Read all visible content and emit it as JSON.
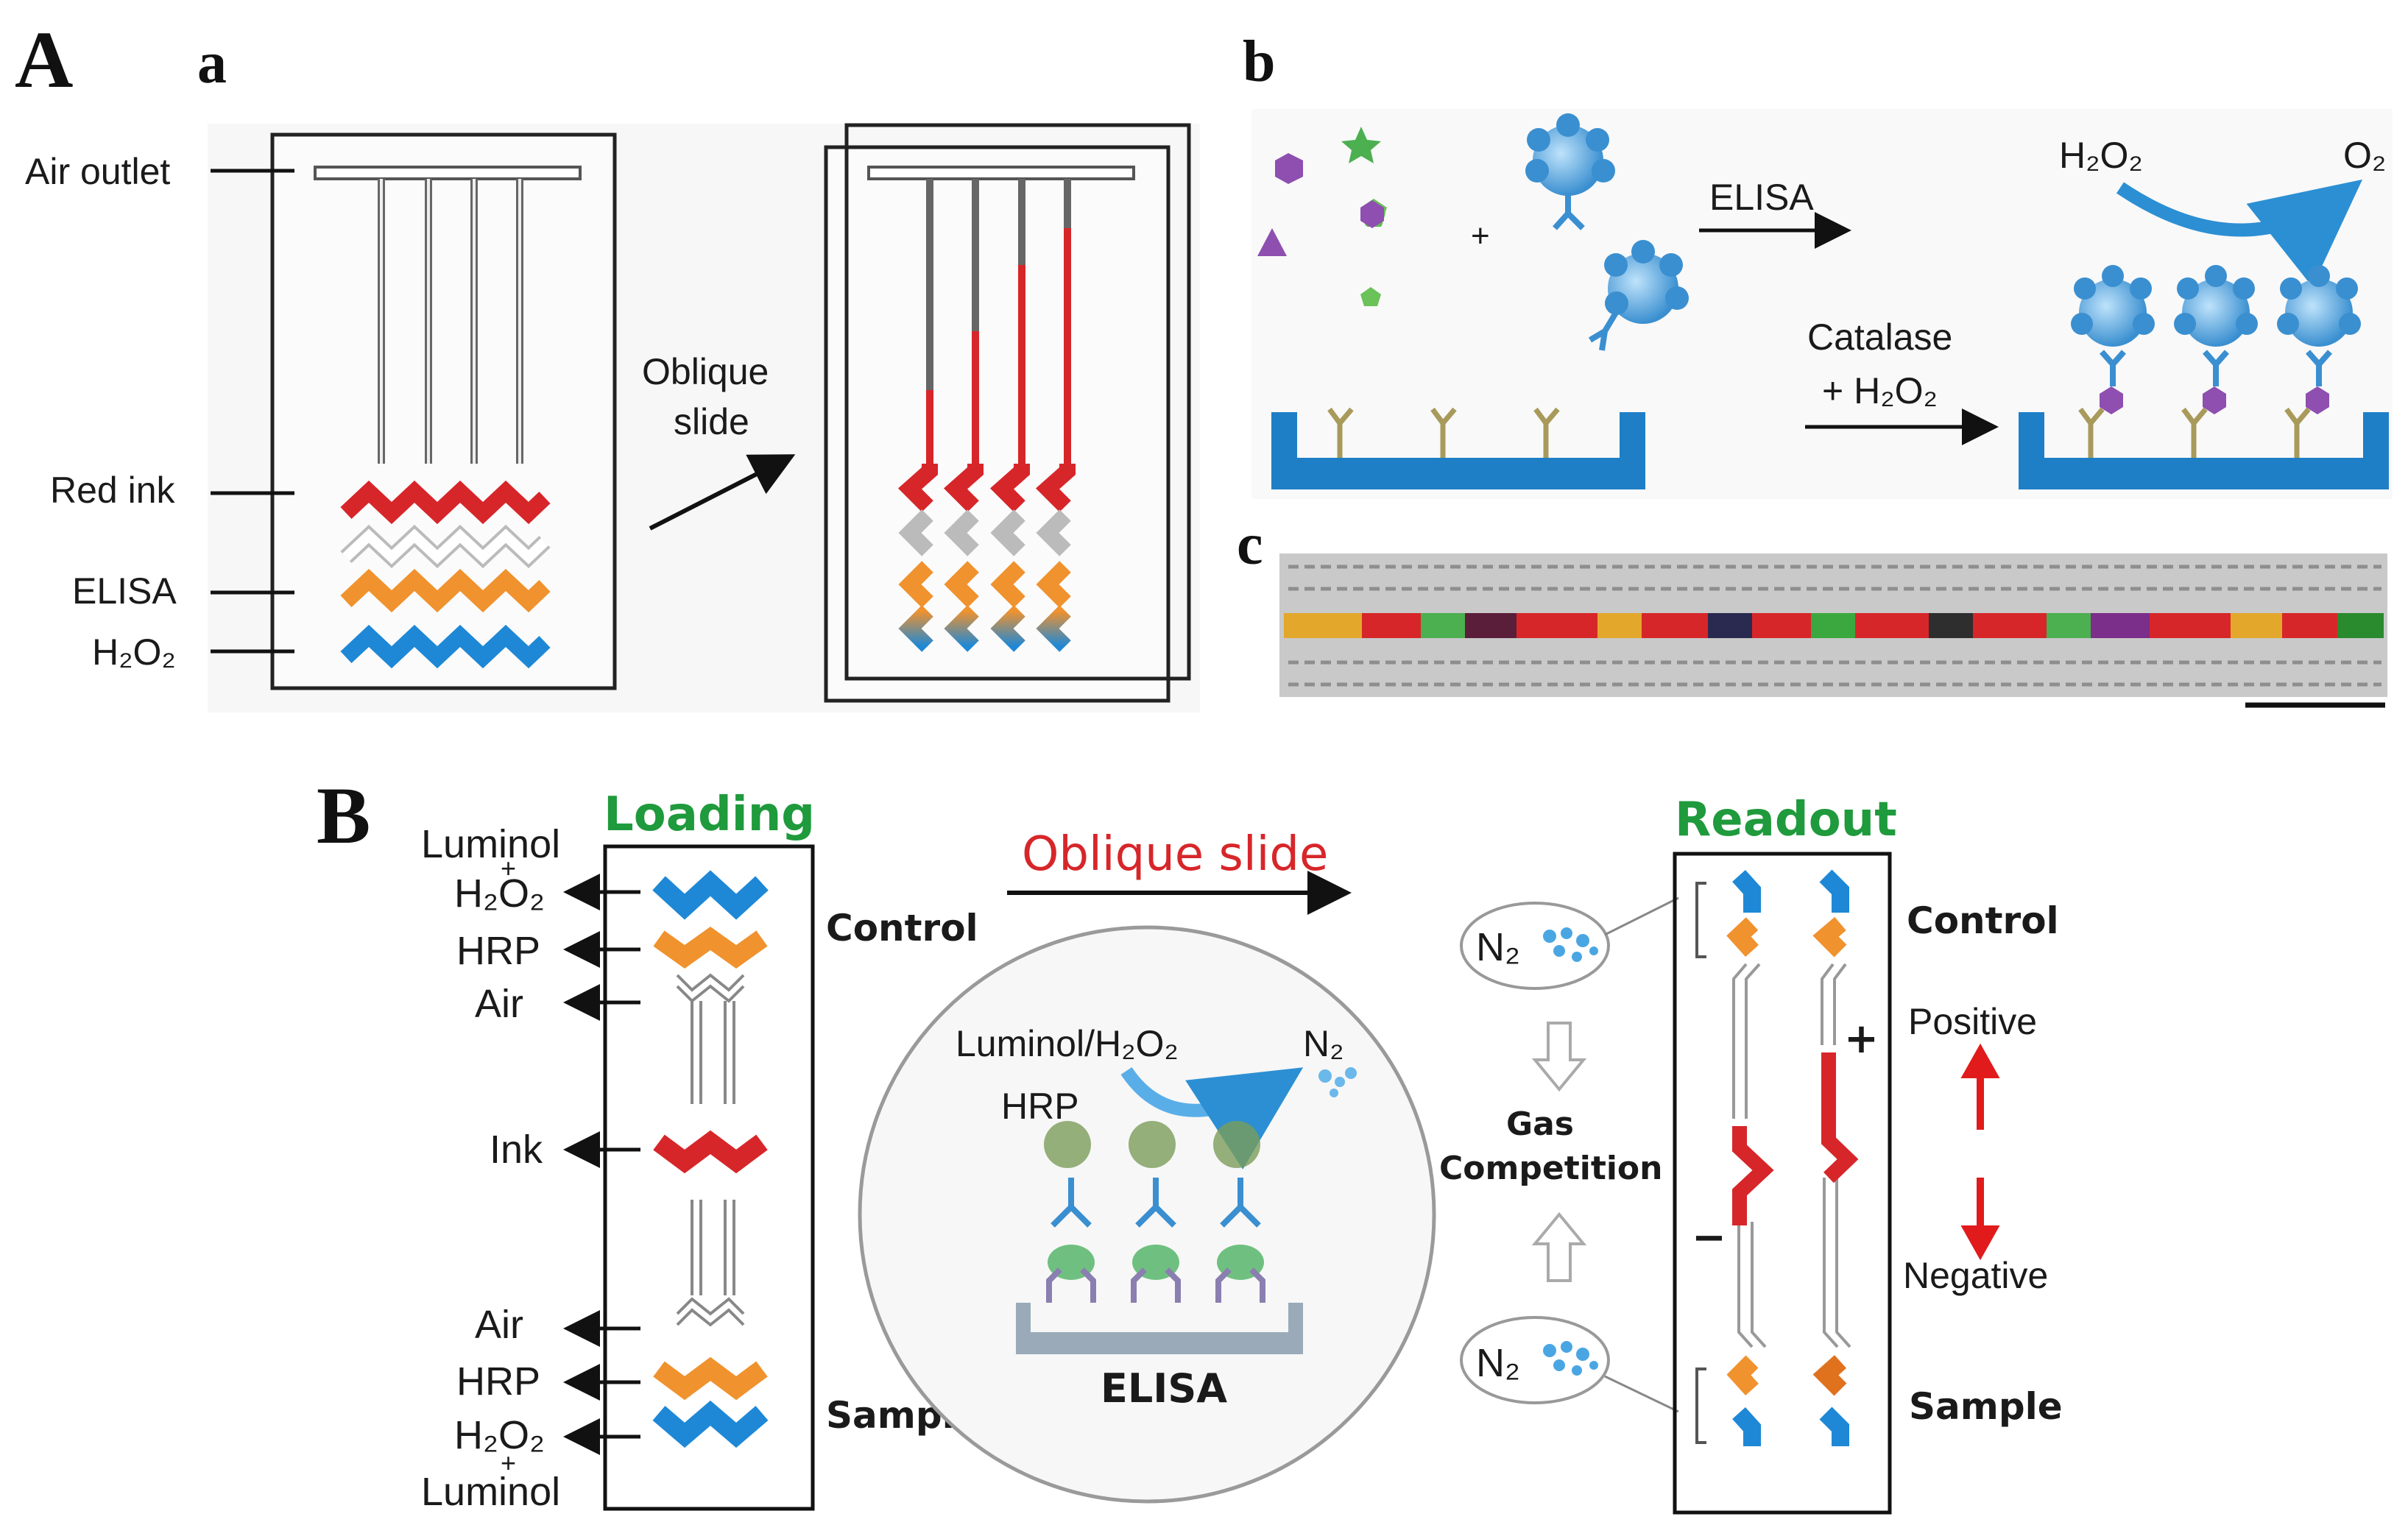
{
  "panel_labels": {
    "A": "A",
    "a": "a",
    "b": "b",
    "c": "c",
    "B": "B"
  },
  "panel_a": {
    "labels": {
      "air_outlet": "Air outlet",
      "red_ink": "Red ink",
      "elisa": "ELISA",
      "h2o2": "H₂O₂"
    },
    "arrow_label_line1": "Oblique",
    "arrow_label_line2": "slide"
  },
  "panel_b": {
    "elisa": "ELISA",
    "catalase": "Catalase",
    "plus_h2o2": "+ H₂O₂",
    "h2o2": "H₂O₂",
    "o2": "O₂",
    "plus": "+"
  },
  "panel_B": {
    "loading_title": "Loading",
    "readout_title": "Readout",
    "arrow_title": "Oblique slide",
    "left_labels": {
      "luminol_top": "Luminol",
      "plus_top": "+",
      "h2o2_top": "H₂O₂",
      "hrp_top": "HRP",
      "air_top": "Air",
      "ink": "Ink",
      "air_bottom": "Air",
      "hrp_bottom": "HRP",
      "h2o2_bottom": "H₂O₂",
      "plus_bottom": "+",
      "luminol_bottom": "Luminol"
    },
    "control": "Control",
    "sample": "Sample",
    "circle": {
      "reaction": "Luminol/H₂O₂",
      "n2": "N₂",
      "hrp": "HRP",
      "elisa": "ELISA"
    },
    "gas_line1": "Gas",
    "gas_line2": "Competition",
    "n2_top": "N₂",
    "n2_bottom": "N₂",
    "positive": "Positive",
    "negative": "Negative",
    "plus_sign": "+",
    "minus_sign": "−"
  },
  "colors": {
    "red": "#d7262a",
    "orange": "#f0922e",
    "blue": "#1e88d6",
    "green_title": "#1f9a3c",
    "plate": "#1e7fc6"
  }
}
